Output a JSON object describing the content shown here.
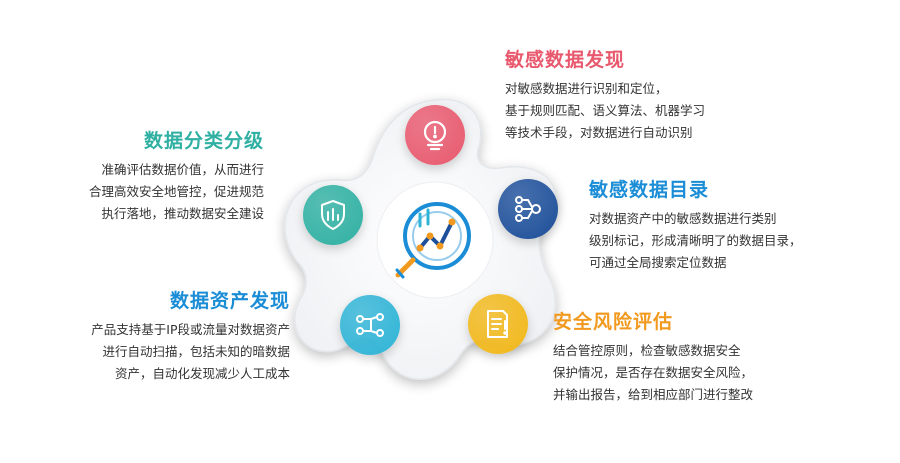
{
  "colors": {
    "red": "#e8596e",
    "blue": "#1a8dd6",
    "orange": "#f19a1f",
    "teal": "#2fb0a2",
    "cyan": "#2fb4d6",
    "navy": "#1d4f9a",
    "yellow": "#f2b81a"
  },
  "center": {
    "icon": "magnifier-chart-icon"
  },
  "nodes": [
    {
      "key": "discovery",
      "icon": "search-alert-icon",
      "color": "#e8596e"
    },
    {
      "key": "catalog",
      "icon": "flow-nodes-icon",
      "color": "#1d4f9a"
    },
    {
      "key": "risk",
      "icon": "document-alert-icon",
      "color": "#f2b81a"
    },
    {
      "key": "asset",
      "icon": "circuit-nodes-icon",
      "color": "#2fb4d6"
    },
    {
      "key": "classify",
      "icon": "shield-chart-icon",
      "color": "#2fb0a2"
    }
  ],
  "sections": {
    "discovery": {
      "title": "敏感数据发现",
      "lines": [
        "对敏感数据进行识别和定位，",
        "基于规则匹配、语义算法、机器学习",
        "等技术手段，对数据进行自动识别"
      ]
    },
    "catalog": {
      "title": "敏感数据目录",
      "lines": [
        "对数据资产中的敏感数据进行类别",
        "级别标记，形成清晰明了的数据目录，",
        "可通过全局搜索定位数据"
      ]
    },
    "risk": {
      "title": "安全风险评估",
      "lines": [
        "结合管控原则，检查敏感数据安全",
        "保护情况，是否存在数据安全风险，",
        "并输出报告，给到相应部门进行整改"
      ]
    },
    "classify": {
      "title": "数据分类分级",
      "lines": [
        "准确评估数据价值，从而进行",
        "合理高效安全地管控，促进规范",
        "执行落地，推动数据安全建设"
      ]
    },
    "asset": {
      "title": "数据资产发现",
      "lines": [
        "产品支持基于IP段或流量对数据资产",
        "进行自动扫描，包括未知的暗数据",
        "资产，自动化发现减少人工成本"
      ]
    }
  }
}
